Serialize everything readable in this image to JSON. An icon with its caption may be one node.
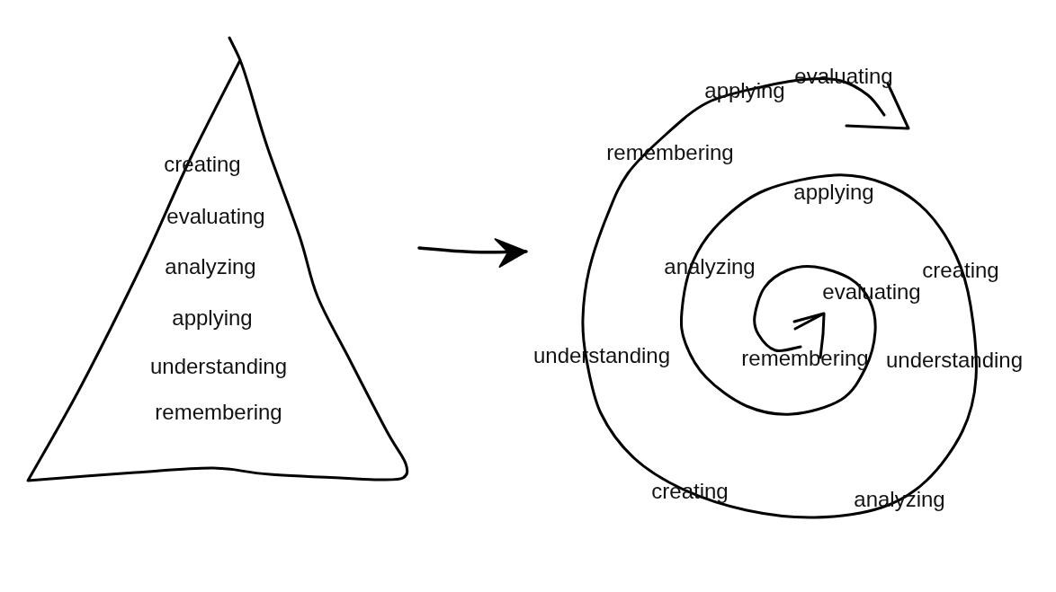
{
  "diagram": {
    "nodes": [
      {
        "text": [
          "creating",
          "evaluating",
          "analyzing",
          "applying",
          "understanding",
          "remembering"
        ]
      },
      {
        "text": [
          "applying",
          "evaluating",
          "remembering",
          "applying",
          "analyzing",
          "creating",
          "evaluating",
          "understanding",
          "remembering",
          "understanding",
          "creating",
          "analyzing"
        ]
      }
    ],
    "edges": [
      {
        "from": 0,
        "to": 1,
        "arrow": "to"
      }
    ]
  }
}
